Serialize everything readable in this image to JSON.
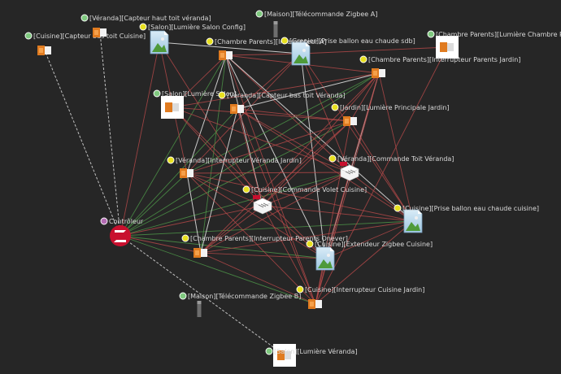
{
  "colors": {
    "background": "#262626",
    "edge_red": "#b84a4a",
    "edge_green": "#4f9a4a",
    "edge_white": "#e6e6e6",
    "edge_dashed": "#e6e6e6",
    "dot_green": "#7fc97f",
    "dot_yellow": "#e8e020",
    "dot_purple": "#b36bb3",
    "label_text": "#d9d9d9",
    "zigbee_red": "#c8102e"
  },
  "nodes": [
    {
      "id": "ctrl",
      "label": "Contrôleur",
      "status": "purple",
      "icon": "zigbee-logo-icon"
    },
    {
      "id": "cuisine_capt_bas",
      "label": "[Cuisine][Capteur bas toit Cuisine]",
      "status": "green",
      "icon": "sensor-device-icon"
    },
    {
      "id": "veranda_capt_haut",
      "label": "[Véranda][Capteur haut toit véranda]",
      "status": "green",
      "icon": "sensor-device-icon"
    },
    {
      "id": "maison_telecom_a",
      "label": "[Maison][Télécommande Zigbee A]",
      "status": "green",
      "icon": "remote-bar-icon"
    },
    {
      "id": "salon_lum_config",
      "label": "[Salon][Lumière Salon Config]",
      "status": "yellow",
      "icon": "image-file-icon"
    },
    {
      "id": "chambre_inter_a",
      "label": "[Chambre Parents][Interrupteur A]",
      "status": "yellow",
      "icon": "sensor-device-icon"
    },
    {
      "id": "grenier_prise",
      "label": "[Grenier][Prise ballon eau chaude sdb]",
      "status": "yellow",
      "icon": "image-file-icon"
    },
    {
      "id": "chambre_lum",
      "label": "[Chambre Parents][Lumière Chambre Parents]",
      "status": "green",
      "icon": "plug-device-icon"
    },
    {
      "id": "chambre_inter_jardin",
      "label": "[Chambre Parents][Interrupteur Parents Jardin]",
      "status": "yellow",
      "icon": "sensor-device-icon"
    },
    {
      "id": "salon_lum_salon",
      "label": "[Salon][Lumière Salon]",
      "status": "green",
      "icon": "plug-device-icon"
    },
    {
      "id": "veranda_capt_bas",
      "label": "[Véranda][Capteur bas toit Véranda]",
      "status": "yellow",
      "icon": "sensor-device-icon"
    },
    {
      "id": "jardin_lum",
      "label": "[Jardin][Lumière Principale Jardin]",
      "status": "yellow",
      "icon": "sensor-device-icon"
    },
    {
      "id": "veranda_inter_jardin",
      "label": "[Véranda][Interrupteur Véranda Jardin]",
      "status": "yellow",
      "icon": "sensor-device-icon"
    },
    {
      "id": "veranda_commande",
      "label": "[Véranda][Commande Toit Véranda]",
      "status": "yellow",
      "icon": "zigbee-box-icon"
    },
    {
      "id": "cuisine_volet",
      "label": "[Cuisine][Commande Volet Cuisine]",
      "status": "yellow",
      "icon": "zigbee-box-icon"
    },
    {
      "id": "cuisine_prise",
      "label": "[Cuisine][Prise ballon eau chaude cuisine]",
      "status": "yellow",
      "icon": "image-file-icon"
    },
    {
      "id": "chambre_inter_onever",
      "label": "[Chambre Parents][Interrupteur Parents Onever]",
      "status": "yellow",
      "icon": "sensor-device-icon"
    },
    {
      "id": "cuisine_extendeur",
      "label": "[Cuisine][Extendeur Zigbee Cuisine]",
      "status": "yellow",
      "icon": "image-file-icon"
    },
    {
      "id": "maison_telecom_b",
      "label": "[Maison][Télécommande Zigbee B]",
      "status": "green",
      "icon": "remote-bar-icon"
    },
    {
      "id": "cuisine_inter_jardin",
      "label": "[Cuisine][Interrupteur Cuisine Jardin]",
      "status": "yellow",
      "icon": "sensor-device-icon"
    },
    {
      "id": "salon_lum_veranda",
      "label": "[Salon][Lumière Véranda]",
      "status": "green",
      "icon": "plug-device-icon"
    }
  ],
  "edges": [
    {
      "from": "ctrl",
      "to": "cuisine_capt_bas",
      "kind": "dashed"
    },
    {
      "from": "ctrl",
      "to": "veranda_capt_haut",
      "kind": "dashed"
    },
    {
      "from": "ctrl",
      "to": "salon_lum_veranda",
      "kind": "dashed"
    },
    {
      "from": "ctrl",
      "to": "chambre_inter_a",
      "kind": "green"
    },
    {
      "from": "ctrl",
      "to": "veranda_capt_bas",
      "kind": "green"
    },
    {
      "from": "ctrl",
      "to": "chambre_inter_jardin",
      "kind": "green"
    },
    {
      "from": "ctrl",
      "to": "jardin_lum",
      "kind": "green"
    },
    {
      "from": "ctrl",
      "to": "veranda_inter_jardin",
      "kind": "green"
    },
    {
      "from": "ctrl",
      "to": "veranda_commande",
      "kind": "green"
    },
    {
      "from": "ctrl",
      "to": "cuisine_volet",
      "kind": "red"
    },
    {
      "from": "ctrl",
      "to": "cuisine_prise",
      "kind": "green"
    },
    {
      "from": "ctrl",
      "to": "chambre_inter_onever",
      "kind": "red"
    },
    {
      "from": "ctrl",
      "to": "cuisine_extendeur",
      "kind": "green"
    },
    {
      "from": "ctrl",
      "to": "cuisine_inter_jardin",
      "kind": "green"
    },
    {
      "from": "ctrl",
      "to": "salon_lum_config",
      "kind": "red"
    },
    {
      "from": "salon_lum_config",
      "to": "grenier_prise",
      "kind": "white"
    },
    {
      "from": "salon_lum_config",
      "to": "veranda_inter_jardin",
      "kind": "red"
    },
    {
      "from": "salon_lum_config",
      "to": "cuisine_volet",
      "kind": "red"
    },
    {
      "from": "grenier_prise",
      "to": "chambre_inter_a",
      "kind": "red"
    },
    {
      "from": "grenier_prise",
      "to": "veranda_capt_bas",
      "kind": "red"
    },
    {
      "from": "grenier_prise",
      "to": "veranda_inter_jardin",
      "kind": "red"
    },
    {
      "from": "grenier_prise",
      "to": "veranda_commande",
      "kind": "red"
    },
    {
      "from": "grenier_prise",
      "to": "cuisine_extendeur",
      "kind": "white"
    },
    {
      "from": "grenier_prise",
      "to": "cuisine_prise",
      "kind": "red"
    },
    {
      "from": "grenier_prise",
      "to": "chambre_lum",
      "kind": "red"
    },
    {
      "from": "chambre_inter_a",
      "to": "chambre_inter_jardin",
      "kind": "red"
    },
    {
      "from": "chambre_inter_a",
      "to": "veranda_inter_jardin",
      "kind": "white"
    },
    {
      "from": "chambre_inter_a",
      "to": "cuisine_volet",
      "kind": "white"
    },
    {
      "from": "chambre_inter_a",
      "to": "veranda_commande",
      "kind": "red"
    },
    {
      "from": "chambre_inter_a",
      "to": "cuisine_prise",
      "kind": "white"
    },
    {
      "from": "chambre_inter_a",
      "to": "cuisine_extendeur",
      "kind": "white"
    },
    {
      "from": "chambre_inter_a",
      "to": "cuisine_inter_jardin",
      "kind": "red"
    },
    {
      "from": "chambre_inter_a",
      "to": "chambre_inter_onever",
      "kind": "green"
    },
    {
      "from": "chambre_inter_a",
      "to": "salon_lum_salon",
      "kind": "red"
    },
    {
      "from": "chambre_lum",
      "to": "cuisine_inter_jardin",
      "kind": "red"
    },
    {
      "from": "chambre_inter_jardin",
      "to": "veranda_capt_bas",
      "kind": "white"
    },
    {
      "from": "chambre_inter_jardin",
      "to": "veranda_inter_jardin",
      "kind": "green"
    },
    {
      "from": "chambre_inter_jardin",
      "to": "cuisine_volet",
      "kind": "red"
    },
    {
      "from": "chambre_inter_jardin",
      "to": "chambre_inter_onever",
      "kind": "red"
    },
    {
      "from": "chambre_inter_jardin",
      "to": "cuisine_extendeur",
      "kind": "white"
    },
    {
      "from": "chambre_inter_jardin",
      "to": "cuisine_inter_jardin",
      "kind": "red"
    },
    {
      "from": "chambre_inter_jardin",
      "to": "cuisine_prise",
      "kind": "red"
    },
    {
      "from": "chambre_inter_jardin",
      "to": "jardin_lum",
      "kind": "red"
    },
    {
      "from": "chambre_inter_jardin",
      "to": "veranda_commande",
      "kind": "red"
    },
    {
      "from": "chambre_inter_jardin",
      "to": "salon_lum_salon",
      "kind": "red"
    },
    {
      "from": "salon_lum_salon",
      "to": "veranda_commande",
      "kind": "red"
    },
    {
      "from": "salon_lum_salon",
      "to": "cuisine_volet",
      "kind": "red"
    },
    {
      "from": "salon_lum_salon",
      "to": "jardin_lum",
      "kind": "red"
    },
    {
      "from": "salon_lum_salon",
      "to": "cuisine_extendeur",
      "kind": "red"
    },
    {
      "from": "veranda_capt_bas",
      "to": "jardin_lum",
      "kind": "red"
    },
    {
      "from": "veranda_capt_bas",
      "to": "veranda_commande",
      "kind": "red"
    },
    {
      "from": "veranda_capt_bas",
      "to": "cuisine_volet",
      "kind": "red"
    },
    {
      "from": "veranda_capt_bas",
      "to": "cuisine_inter_jardin",
      "kind": "red"
    },
    {
      "from": "veranda_capt_bas",
      "to": "cuisine_prise",
      "kind": "red"
    },
    {
      "from": "veranda_capt_bas",
      "to": "chambre_inter_onever",
      "kind": "white"
    },
    {
      "from": "jardin_lum",
      "to": "veranda_inter_jardin",
      "kind": "red"
    },
    {
      "from": "jardin_lum",
      "to": "cuisine_volet",
      "kind": "red"
    },
    {
      "from": "jardin_lum",
      "to": "cuisine_inter_jardin",
      "kind": "red"
    },
    {
      "from": "jardin_lum",
      "to": "cuisine_prise",
      "kind": "red"
    },
    {
      "from": "jardin_lum",
      "to": "chambre_inter_onever",
      "kind": "red"
    },
    {
      "from": "veranda_inter_jardin",
      "to": "veranda_commande",
      "kind": "red"
    },
    {
      "from": "veranda_inter_jardin",
      "to": "cuisine_prise",
      "kind": "red"
    },
    {
      "from": "veranda_inter_jardin",
      "to": "cuisine_inter_jardin",
      "kind": "red"
    },
    {
      "from": "veranda_inter_jardin",
      "to": "cuisine_extendeur",
      "kind": "red"
    },
    {
      "from": "veranda_inter_jardin",
      "to": "chambre_inter_onever",
      "kind": "white"
    },
    {
      "from": "veranda_commande",
      "to": "cuisine_volet",
      "kind": "red"
    },
    {
      "from": "veranda_commande",
      "to": "cuisine_prise",
      "kind": "red"
    },
    {
      "from": "veranda_commande",
      "to": "cuisine_inter_jardin",
      "kind": "red"
    },
    {
      "from": "veranda_commande",
      "to": "chambre_inter_onever",
      "kind": "red"
    },
    {
      "from": "veranda_commande",
      "to": "cuisine_extendeur",
      "kind": "red"
    },
    {
      "from": "cuisine_volet",
      "to": "cuisine_prise",
      "kind": "red"
    },
    {
      "from": "cuisine_volet",
      "to": "chambre_inter_onever",
      "kind": "red"
    },
    {
      "from": "cuisine_volet",
      "to": "cuisine_extendeur",
      "kind": "red"
    },
    {
      "from": "cuisine_volet",
      "to": "cuisine_inter_jardin",
      "kind": "red"
    },
    {
      "from": "cuisine_prise",
      "to": "chambre_inter_onever",
      "kind": "red"
    },
    {
      "from": "cuisine_prise",
      "to": "cuisine_inter_jardin",
      "kind": "red"
    },
    {
      "from": "cuisine_prise",
      "to": "cuisine_extendeur",
      "kind": "red"
    },
    {
      "from": "chambre_inter_onever",
      "to": "cuisine_extendeur",
      "kind": "red"
    },
    {
      "from": "chambre_inter_onever",
      "to": "cuisine_inter_jardin",
      "kind": "red"
    },
    {
      "from": "cuisine_extendeur",
      "to": "cuisine_inter_jardin",
      "kind": "red"
    },
    {
      "from": "veranda_inter_jardin",
      "to": "cuisine_volet",
      "kind": "red"
    }
  ]
}
